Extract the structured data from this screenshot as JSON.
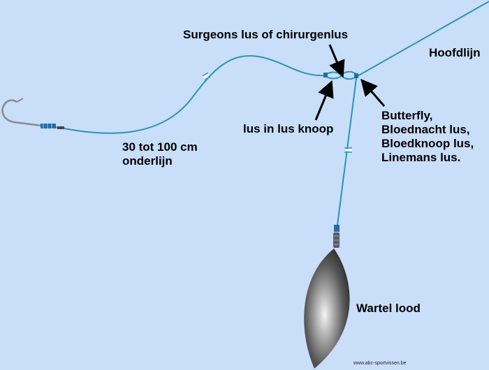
{
  "labels": {
    "surgeons": "Surgeons lus of chirurgenlus",
    "hoofdlijn": "Hoofdlijn",
    "lus_in_lus": "lus in lus knoop",
    "onderlijn_line1": "30 tot 100 cm",
    "onderlijn_line2": "onderlijn",
    "butterfly_1": "Butterfly,",
    "butterfly_2": "Bloednacht lus,",
    "butterfly_3": "Bloedknoop lus,",
    "butterfly_4": "Linemans lus.",
    "wartel_lood": "Wartel lood"
  },
  "credit": "www.abc-sportvissen.be",
  "colors": {
    "background": "#c9def8",
    "line": "#2a94b8",
    "knot": "#1f6fa6",
    "sinker_dark": "#3a3a3a",
    "sinker_light": "#f2f2f2",
    "text": "#000000"
  }
}
